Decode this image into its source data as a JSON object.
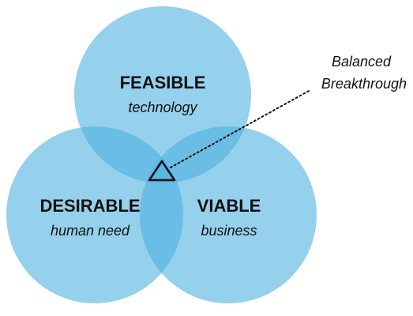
{
  "colors": {
    "circle_fill": "#4fb0e0",
    "text": "#111111"
  },
  "circles": [
    {
      "id": "feasible",
      "title": "FEASIBLE",
      "subtitle": "technology"
    },
    {
      "id": "desirable",
      "title": "DESIRABLE",
      "subtitle": "human need"
    },
    {
      "id": "viable",
      "title": "VIABLE",
      "subtitle": "business"
    }
  ],
  "callout": {
    "line1": "Balanced",
    "line2": "Breakthrough",
    "marker_icon": "triangle-outline-icon"
  }
}
